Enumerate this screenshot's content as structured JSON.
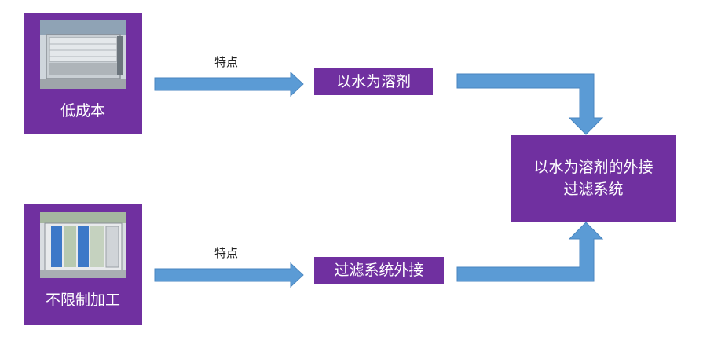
{
  "nodes": {
    "low_cost": {
      "label": "低成本"
    },
    "unlimited": {
      "label": "不限制加工"
    },
    "water_solvent": {
      "label": "以水为溶剂"
    },
    "external_filter": {
      "label": "过滤系统外接"
    },
    "combined": {
      "label_line1": "以水为溶剂的外接",
      "label_line2": "过滤系统"
    }
  },
  "edges": {
    "top_feature": {
      "label": "特点"
    },
    "bottom_feature": {
      "label": "特点"
    }
  },
  "colors": {
    "box": "#7030a0",
    "arrow_fill": "#5b9bd5",
    "arrow_stroke": "#4a86c0"
  }
}
